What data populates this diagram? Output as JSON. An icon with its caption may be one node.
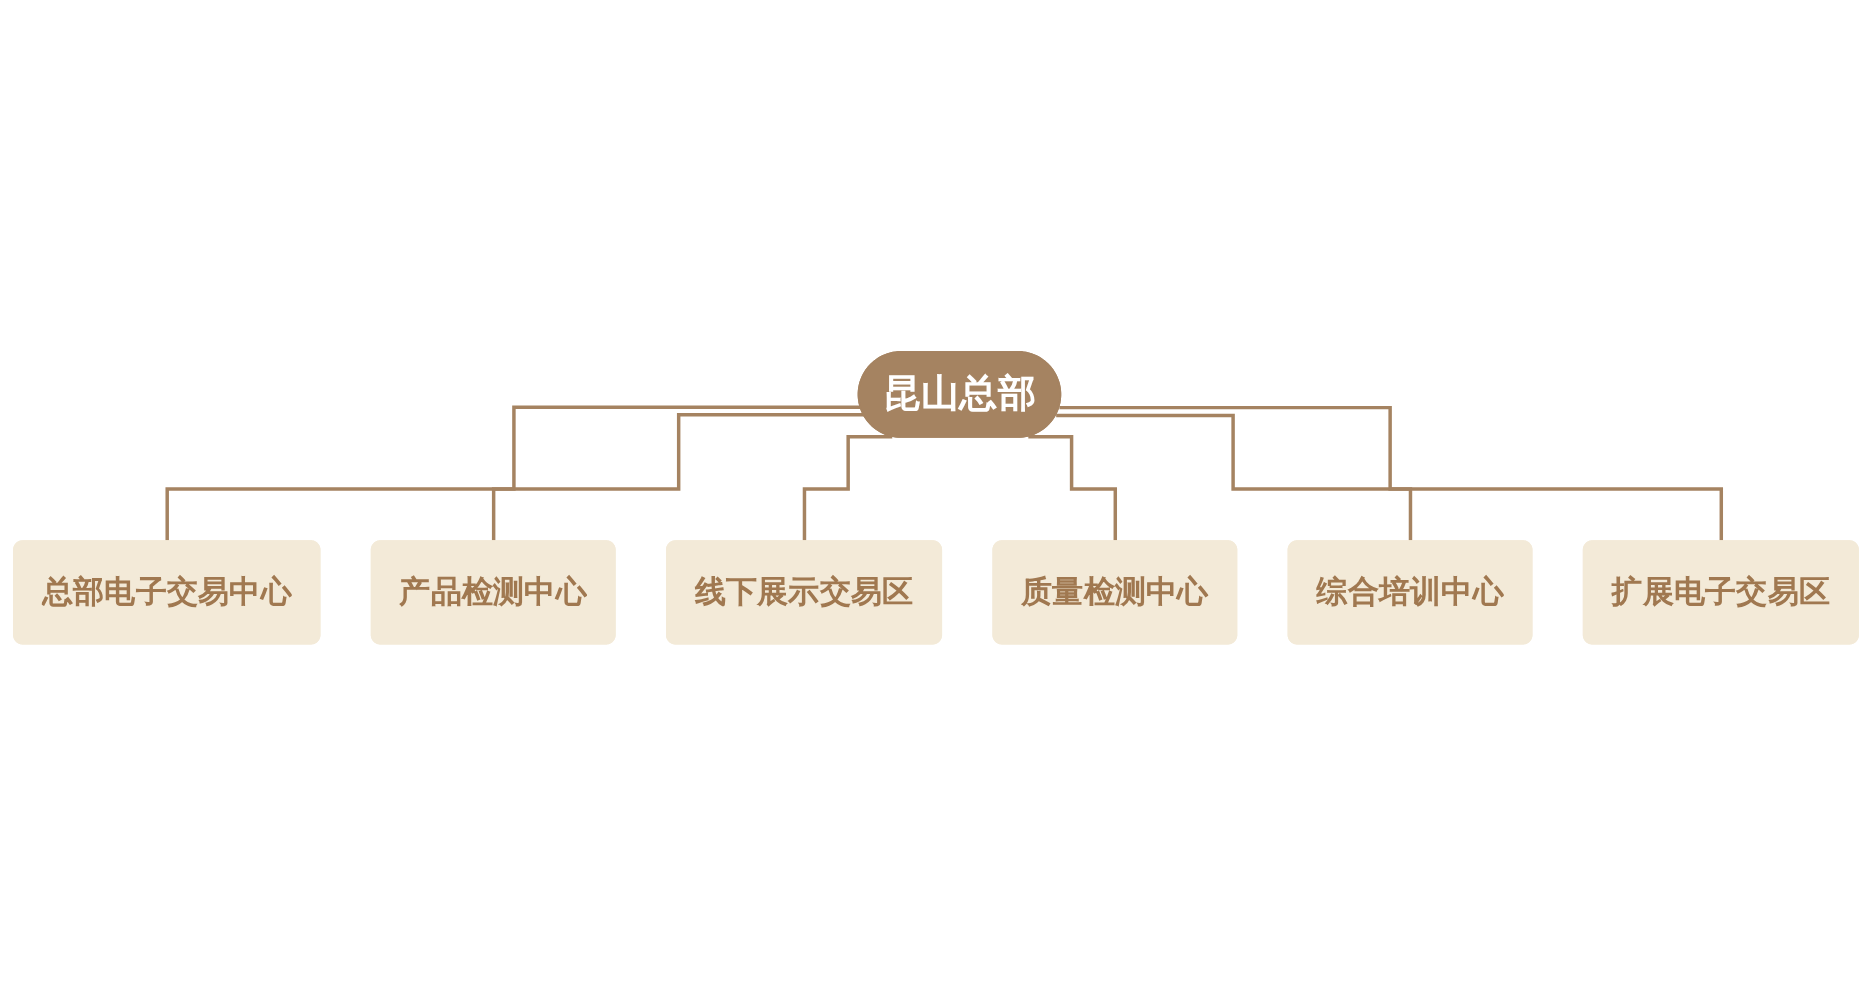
{
  "diagram": {
    "nodes": [
      {
        "text": [
          "昆山总部"
        ]
      },
      {
        "text": [
          "总部电子交易中心"
        ]
      },
      {
        "text": [
          "产品检测中心"
        ]
      },
      {
        "text": [
          "线下展示交易区"
        ]
      },
      {
        "text": [
          "质量检测中心"
        ]
      },
      {
        "text": [
          "综合培训中心"
        ]
      },
      {
        "text": [
          "扩展电子交易区"
        ]
      }
    ],
    "edges": [
      {
        "from": 0,
        "to": 1,
        "arrow": "none"
      },
      {
        "from": 0,
        "to": 2,
        "arrow": "none"
      },
      {
        "from": 0,
        "to": 3,
        "arrow": "none"
      },
      {
        "from": 0,
        "to": 4,
        "arrow": "none"
      },
      {
        "from": 0,
        "to": 5,
        "arrow": "none"
      },
      {
        "from": 0,
        "to": 6,
        "arrow": "none"
      }
    ]
  }
}
